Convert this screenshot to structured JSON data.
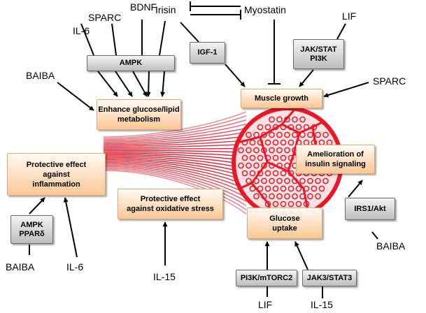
{
  "molecules": {
    "il6_top": "IL-6",
    "sparc_top": "SPARC",
    "bdnf": "BDNF",
    "irisin": "Irisin",
    "myostatin": "Myostatin",
    "lif_top": "LIF",
    "baiba_left": "BAIBA",
    "sparc_right": "SPARC",
    "baiba_bottom_left": "BAIBA",
    "il6_bottom": "IL-6",
    "il15_center": "IL-15",
    "lif_bottom": "LIF",
    "il15_bottom": "IL-15",
    "baiba_right": "BAIBA"
  },
  "pathways": {
    "ampk": "AMPK",
    "igf1": "IGF-1",
    "jakstat": [
      "JAK/STAT",
      "PI3K"
    ],
    "ampk_ppar": [
      "AMPK",
      "PPARδ"
    ],
    "irs1": "IRS1/Akt",
    "pi3k_mtorc2": "PI3K/mTORC2",
    "jak3_stat3": "JAK3/STAT3"
  },
  "effects": {
    "muscle_growth": "Muscle growth",
    "glucose_lipid": [
      "Enhance glucose/lipid",
      "metabolism"
    ],
    "inflammation": [
      "Protective effect",
      "against",
      "inflammation"
    ],
    "oxidative": [
      "Protective effect",
      "against oxidative stress"
    ],
    "insulin": [
      "Amelioration of",
      "insulin signaling"
    ],
    "glucose_uptake": [
      "Glucose",
      "uptake"
    ]
  },
  "colors": {
    "muscle_red": "#e8182a",
    "effect_fill": "#fac896",
    "pathway_fill": "#bdbdbd"
  }
}
